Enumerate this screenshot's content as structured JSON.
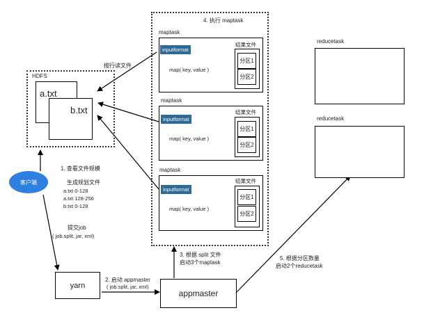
{
  "hdfs": {
    "label": "HDFS",
    "file_a": "a.txt",
    "file_b": "b.txt"
  },
  "read_label": "按行读文件",
  "exec_label": "4. 执行 maptask",
  "maptasks": [
    {
      "title": "maptask",
      "inputformat": "inputformat",
      "map": "map( key, value )",
      "result": "结果文件",
      "p1": "分区1",
      "p2": "分区2"
    },
    {
      "title": "maptask",
      "inputformat": "inputformat",
      "map": "map( key, value )",
      "result": "结果文件",
      "p1": "分区1",
      "p2": "分区2"
    },
    {
      "title": "maptask",
      "inputformat": "inputformat",
      "map": "map( key, value )",
      "result": "结果文件",
      "p1": "分区1",
      "p2": "分区2"
    }
  ],
  "reducetasks": [
    {
      "title": "reducetask"
    },
    {
      "title": "reducetask"
    }
  ],
  "client": "客户端",
  "step1": {
    "title": "1. 查看文件规模",
    "plan_title": "生成规划文件",
    "plan_lines": [
      "a.txt  0-128",
      "a.txt  128-256",
      "b.txt  0-128"
    ]
  },
  "submit": {
    "line1": "提交job",
    "line2": "( job.split, jar, xml)"
  },
  "yarn": "yarn",
  "step2": {
    "line1": "2. 启动 appmaster",
    "line2": "( job.split, jar, xml)"
  },
  "appmaster": "appmaster",
  "step3": {
    "line1": "3. 根据 split 文件",
    "line2": "启动3个maptask"
  },
  "step5": {
    "line1": "5. 根据分区数量",
    "line2": "启动2个reducetask"
  },
  "colors": {
    "tag": "#2d6a97",
    "client": "#2f7fe0",
    "accent_num": "#c0392b"
  }
}
